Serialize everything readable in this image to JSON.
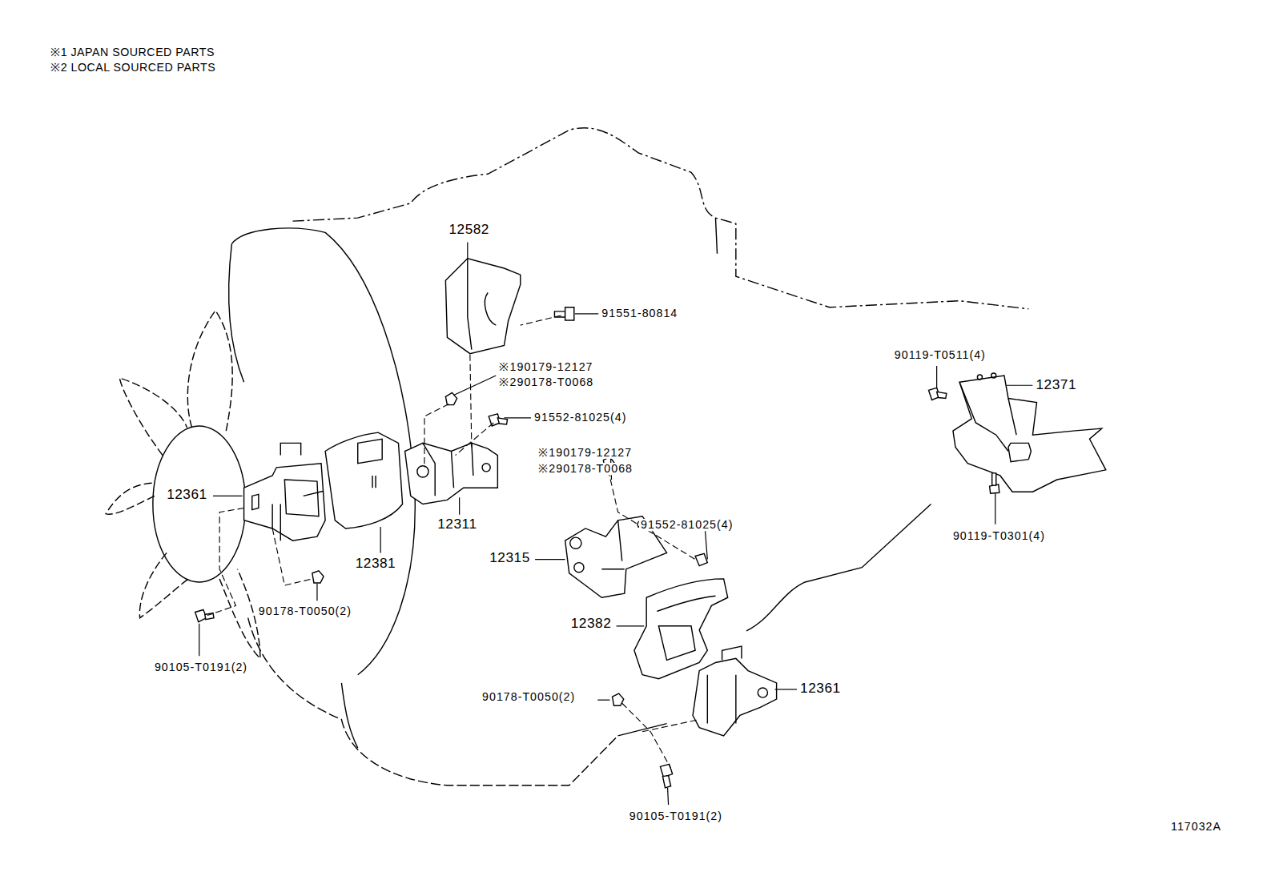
{
  "diagram": {
    "labels": [
      "※1 JAPAN SOURCED PARTS",
      "※2 LOCAL SOURCED PARTS",
      "12582",
      "91551-80814",
      "※190179-12127",
      "※290178-T0068",
      "91552-81025(4)",
      "12361",
      "12381",
      "12311",
      "90178-T0050(2)",
      "90105-T0191(2)",
      "※190179-12127",
      "※290178-T0068",
      "91552-81025(4)",
      "12315",
      "12382",
      "90178-T0050(2)",
      "12361",
      "90105-T0191(2)",
      "90119-T0511(4)",
      "12371",
      "90119-T0301(4)",
      "117032A"
    ]
  }
}
